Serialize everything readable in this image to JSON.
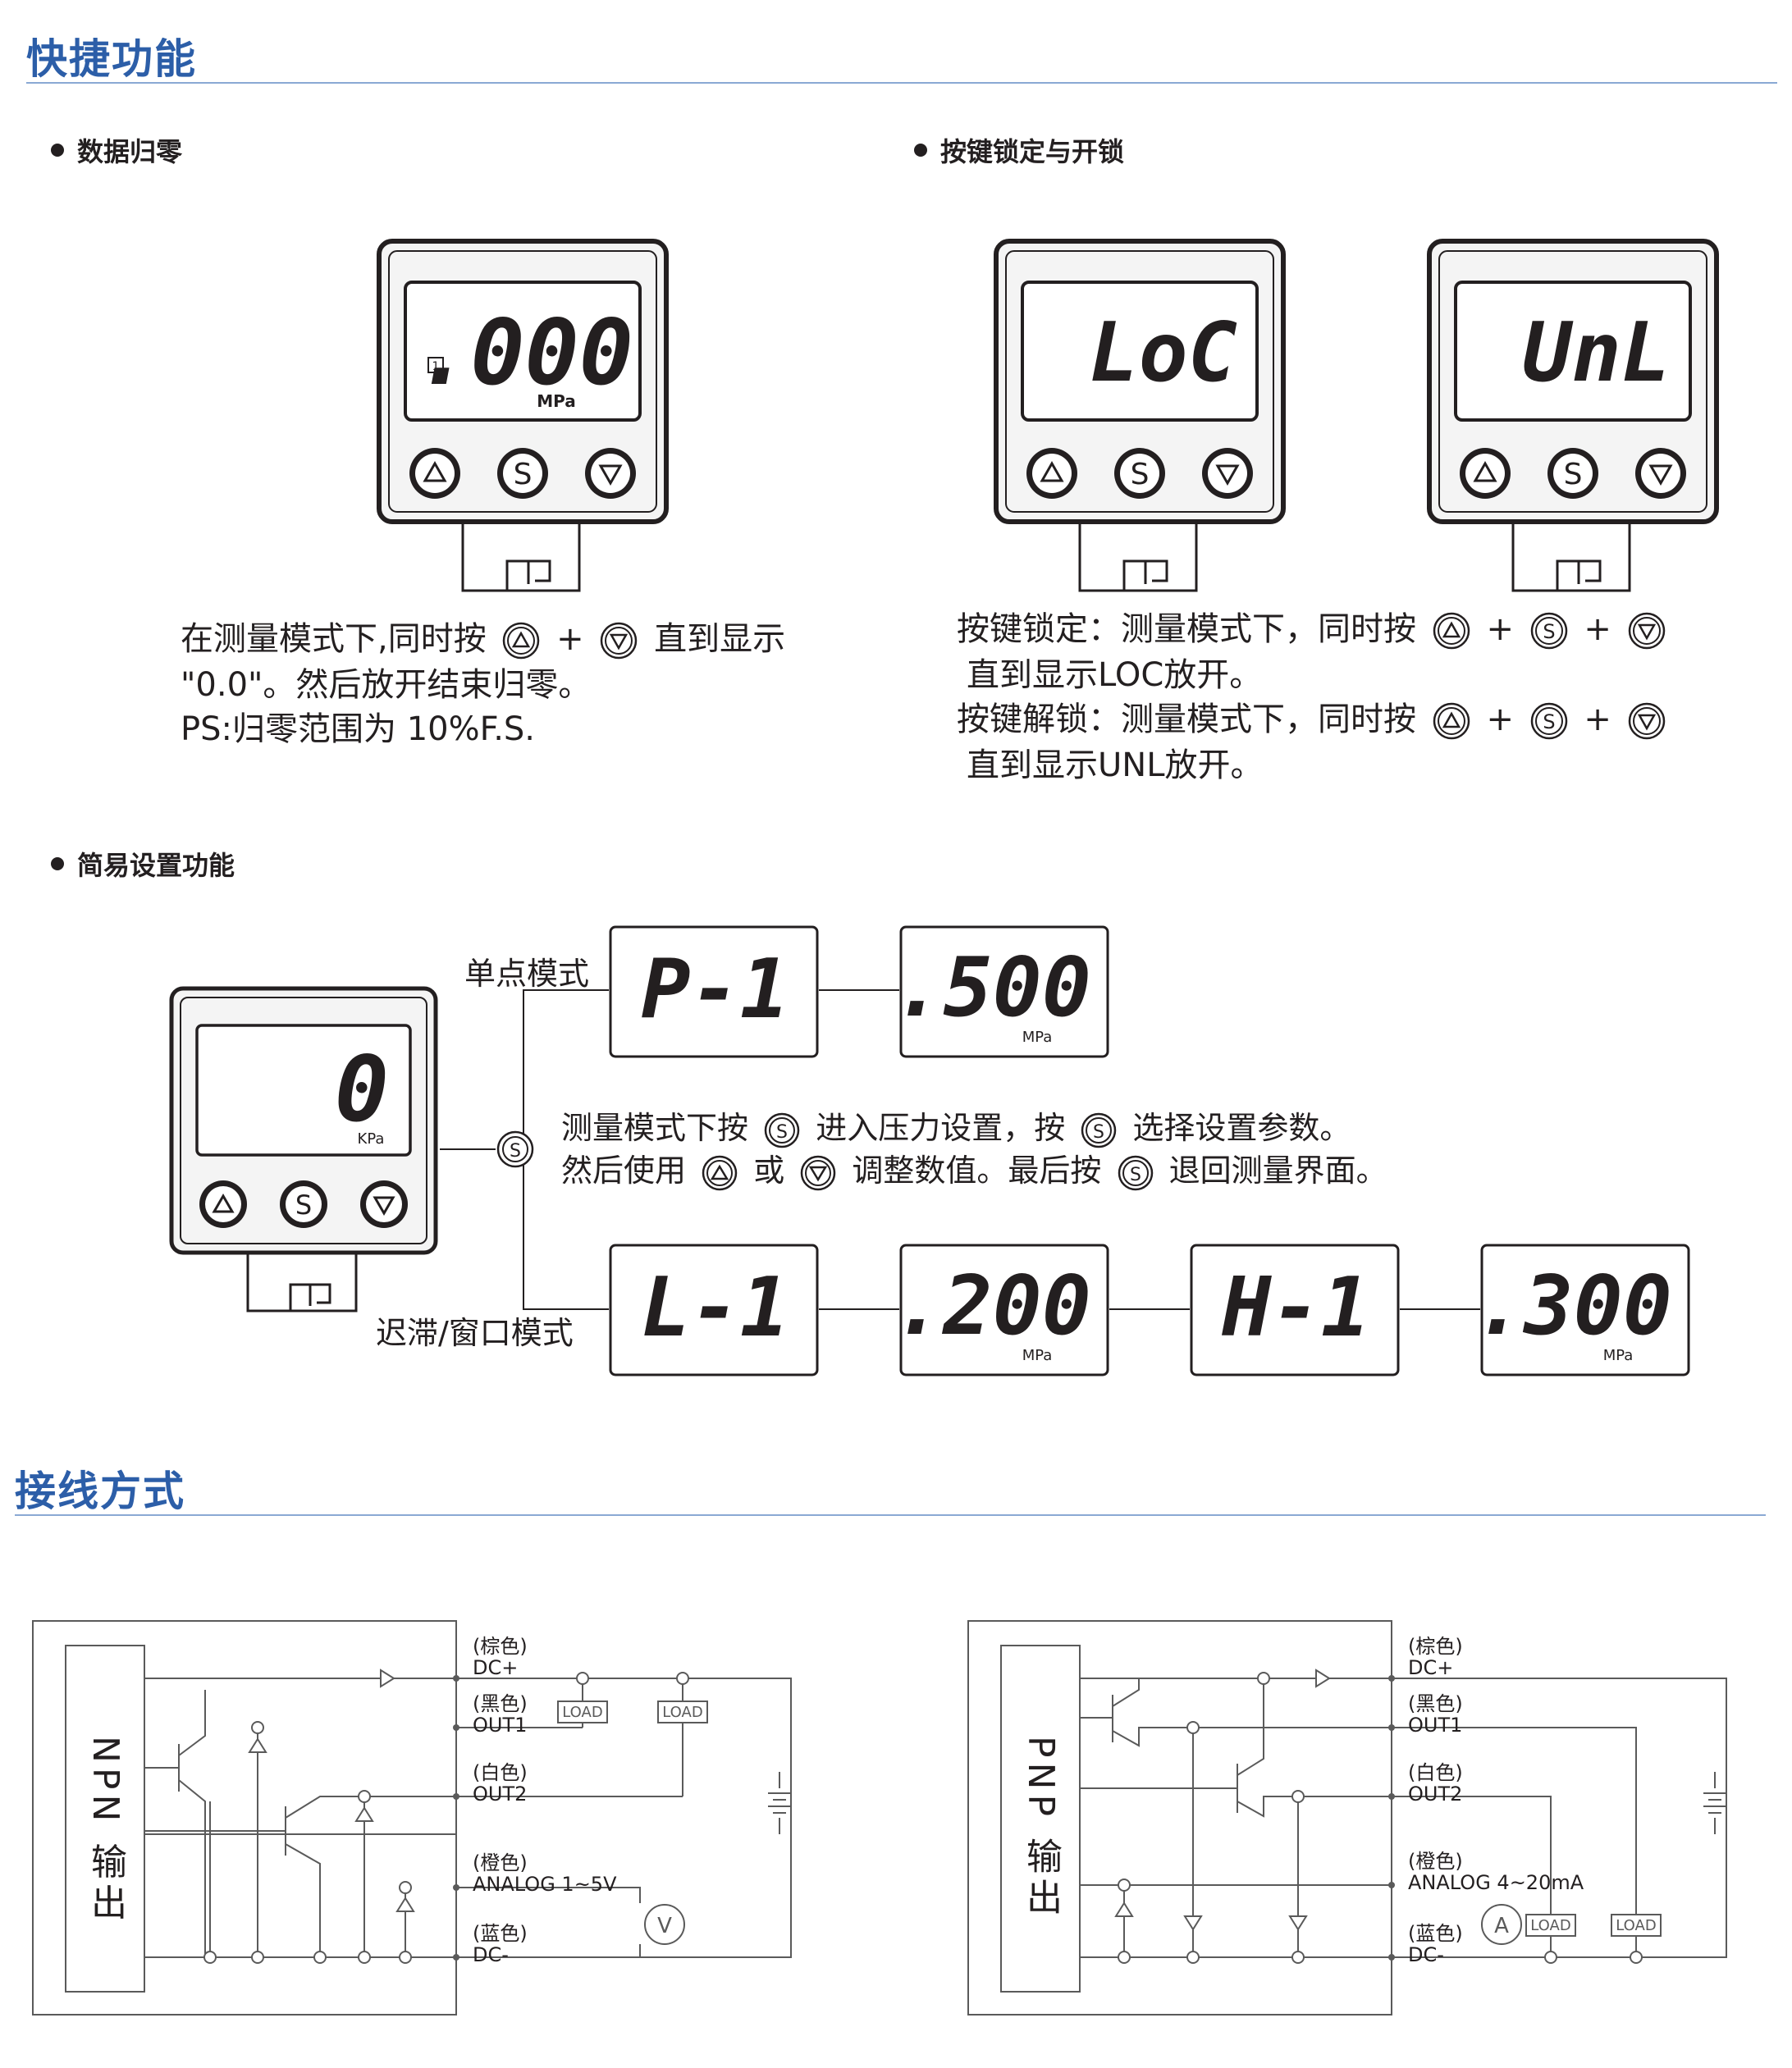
{
  "colors": {
    "accent": "#2c5ea8",
    "ink": "#231f20",
    "rule": "#8aa9d4"
  },
  "sections": {
    "quick": "快捷功能",
    "wiring": "接线方式"
  },
  "bullets": {
    "zero": "数据归零",
    "lock": "按键锁定与开锁",
    "simple": "简易设置功能"
  },
  "devices": {
    "zero": {
      "value": ".000",
      "unit": "MPa",
      "out_marker": "1"
    },
    "lock": {
      "value": "LoC"
    },
    "unlock": {
      "value": "UnL"
    },
    "simple": {
      "value": "0",
      "unit": "KPa"
    }
  },
  "buttons": {
    "up": "△",
    "set": "S",
    "down": "▽"
  },
  "zero_text": {
    "line1_a": "在测量模式下,同时按",
    "line1_plus": "+",
    "line1_b": "直到显示",
    "line2": "\"0.0\"。然后放开结束归零。",
    "line3": "PS:归零范围为   10%F.S."
  },
  "lock_text": {
    "lock_a": "按键锁定：测量模式下，同时按",
    "lock_b": "直到显示LOC放开。",
    "unlock_a": "按键解锁：测量模式下，同时按",
    "unlock_b": "直到显示UNL放开。",
    "plus": "+"
  },
  "simple_setting": {
    "single_label": "单点模式",
    "window_label": "迟滞/窗口模式",
    "desc1_a": "测量模式下按",
    "desc1_b": "进入压力设置，按",
    "desc1_c": "选择设置参数。",
    "desc2_a": "然后使用",
    "desc2_b": "或",
    "desc2_c": "调整数值。最后按",
    "desc2_d": "退回测量界面。",
    "single_chain": [
      {
        "text": "P-1",
        "unit": ""
      },
      {
        "text": ".500",
        "unit": "MPa"
      }
    ],
    "window_chain": [
      {
        "text": "L-1",
        "unit": ""
      },
      {
        "text": ".200",
        "unit": "MPa"
      },
      {
        "text": "H-1",
        "unit": ""
      },
      {
        "text": ".300",
        "unit": "MPa"
      }
    ]
  },
  "wiring": {
    "npn_title": "NPN 输出",
    "pnp_title": "PNP 输出",
    "npn_terminals": [
      {
        "color": "(棕色)",
        "name": "DC+"
      },
      {
        "color": "(黑色)",
        "name": "OUT1"
      },
      {
        "color": "(白色)",
        "name": "OUT2"
      },
      {
        "color": "(橙色)",
        "name": "ANALOG 1~5V"
      },
      {
        "color": "(蓝色)",
        "name": "DC-"
      }
    ],
    "pnp_terminals": [
      {
        "color": "(棕色)",
        "name": "DC+"
      },
      {
        "color": "(黑色)",
        "name": "OUT1"
      },
      {
        "color": "(白色)",
        "name": "OUT2"
      },
      {
        "color": "(橙色)",
        "name": "ANALOG  4~20mA"
      },
      {
        "color": "(蓝色)",
        "name": "DC-"
      }
    ],
    "load": "LOAD",
    "volt_meter": "V",
    "amp_meter": "A"
  }
}
